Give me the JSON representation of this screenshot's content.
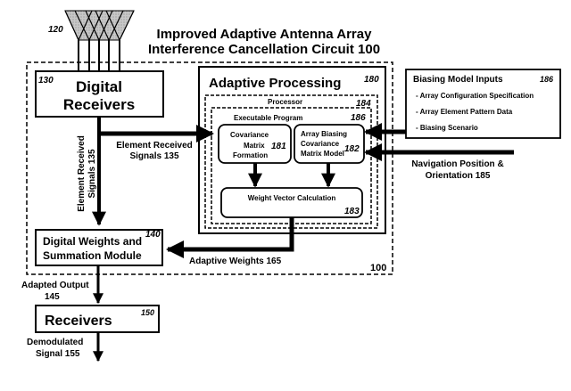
{
  "title": {
    "line1": "Improved Adaptive Antenna Array",
    "line2": "Interference Cancellation Circuit 100"
  },
  "antenna": {
    "ref": "120",
    "elements": 5
  },
  "circuit": {
    "ref": "100"
  },
  "digital_receivers": {
    "line1": "Digital",
    "line2": "Receivers",
    "ref": "130"
  },
  "element_signals_vertical": {
    "line1": "Element Received",
    "line2": "Signals 135"
  },
  "element_signals_horizontal": {
    "line1": "Element Received",
    "line2": "Signals 135"
  },
  "adaptive_processing": {
    "label": "Adaptive Processing",
    "ref": "180"
  },
  "processor": {
    "label": "Processor",
    "ref": "184"
  },
  "executable_program": {
    "label": "Executable Program",
    "ref": "186"
  },
  "covariance_formation": {
    "line1": "Covariance",
    "line2": "Matrix",
    "line3": "Formation",
    "ref": "181"
  },
  "biasing_covariance": {
    "line1": "Array Biasing",
    "line2": "Covariance",
    "line3": "Matrix Model",
    "ref": "182"
  },
  "weight_vector": {
    "label": "Weight Vector Calculation",
    "ref": "183"
  },
  "biasing_inputs": {
    "title": "Biasing Model Inputs",
    "ref": "186",
    "items": [
      "- Array Configuration Specification",
      "- Array Element Pattern Data",
      "- Biasing Scenario"
    ]
  },
  "navigation": {
    "line1": "Navigation Position &",
    "line2": "Orientation 185"
  },
  "digital_weights": {
    "line1": "Digital Weights and",
    "line2": "Summation Module",
    "ref": "140"
  },
  "adaptive_weights": {
    "label": "Adaptive Weights 165"
  },
  "adapted_output": {
    "line1": "Adapted Output",
    "line2": "145"
  },
  "receivers": {
    "label": "Receivers",
    "ref": "150"
  },
  "demodulated": {
    "line1": "Demodulated",
    "line2": "Signal 155"
  }
}
